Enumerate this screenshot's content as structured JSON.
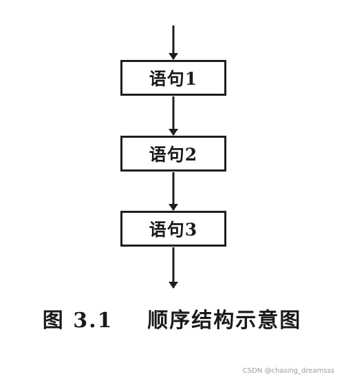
{
  "diagram": {
    "statements": [
      "语句1",
      "语句2",
      "语句3"
    ],
    "caption": "图 3.1    顺序结构示意图",
    "colors": {
      "line": "#1d1d1d",
      "background": "#ffffff"
    }
  },
  "watermark": "CSDN @chasing_dreamsss"
}
